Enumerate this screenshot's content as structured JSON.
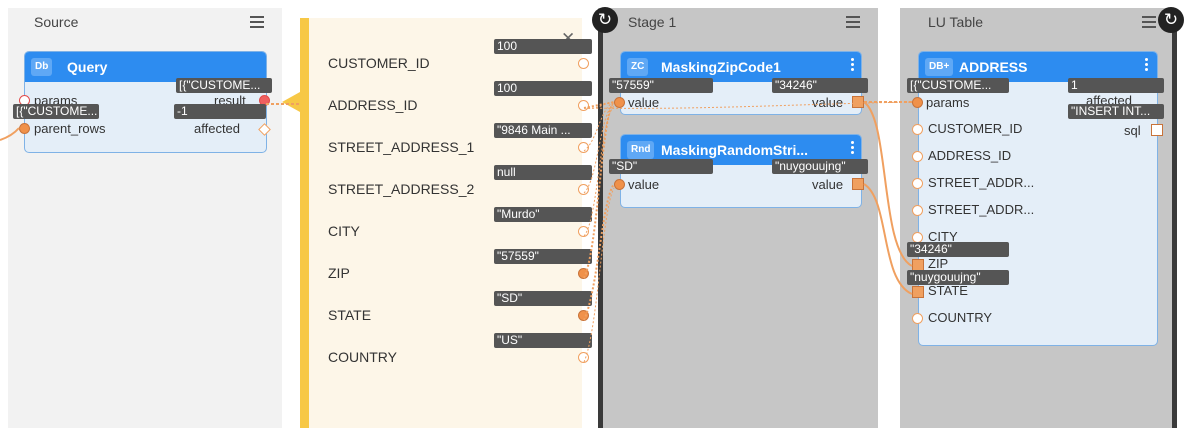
{
  "source": {
    "title": "Source",
    "node": {
      "badge": "Db",
      "name": "Query",
      "ports": {
        "params": "params",
        "parent_rows": "parent_rows",
        "result": "result",
        "affected": "affected"
      },
      "tags": {
        "result_value": "[{\"CUSTOME...",
        "params_value": "[{\"CUSTOME...",
        "affected_value": "-1"
      }
    }
  },
  "fields": {
    "close_symbol": "✕",
    "items": [
      {
        "name": "CUSTOMER_ID",
        "value": "100"
      },
      {
        "name": "ADDRESS_ID",
        "value": "100"
      },
      {
        "name": "STREET_ADDRESS_1",
        "value": "\"9846 Main ..."
      },
      {
        "name": "STREET_ADDRESS_2",
        "value": "null"
      },
      {
        "name": "CITY",
        "value": "\"Murdo\""
      },
      {
        "name": "ZIP",
        "value": "\"57559\""
      },
      {
        "name": "STATE",
        "value": "\"SD\""
      },
      {
        "name": "COUNTRY",
        "value": "\"US\""
      }
    ]
  },
  "stage1": {
    "title": "Stage 1",
    "nodes": [
      {
        "badge": "ZC",
        "name": "MaskingZipCode1",
        "in_label": "value",
        "out_label": "value",
        "in_value": "\"57559\"",
        "out_value": "\"34246\""
      },
      {
        "badge": "Rnd",
        "name": "MaskingRandomStri...",
        "in_label": "value",
        "out_label": "value",
        "in_value": "\"SD\"",
        "out_value": "\"nuygouujng\""
      }
    ]
  },
  "lu_table": {
    "title": "LU Table",
    "node": {
      "badge": "DB+",
      "name": "ADDRESS",
      "params_label": "params",
      "params_value": "[{\"CUSTOME...",
      "affected_label": "affected",
      "affected_value": "1",
      "sql_label": "sql",
      "sql_value": "\"INSERT INT...",
      "fields": [
        "CUSTOMER_ID",
        "ADDRESS_ID",
        "STREET_ADDR...",
        "STREET_ADDR...",
        "CITY",
        "ZIP",
        "STATE",
        "COUNTRY"
      ],
      "zip_value": "\"34246\"",
      "state_value": "\"nuygouujng\""
    }
  },
  "icons": {
    "refresh": "↻",
    "menu": "hamburger-icon"
  },
  "colors": {
    "accent": "#2d8cf0",
    "connector": "#f0a060",
    "highlight": "#f7c846"
  }
}
